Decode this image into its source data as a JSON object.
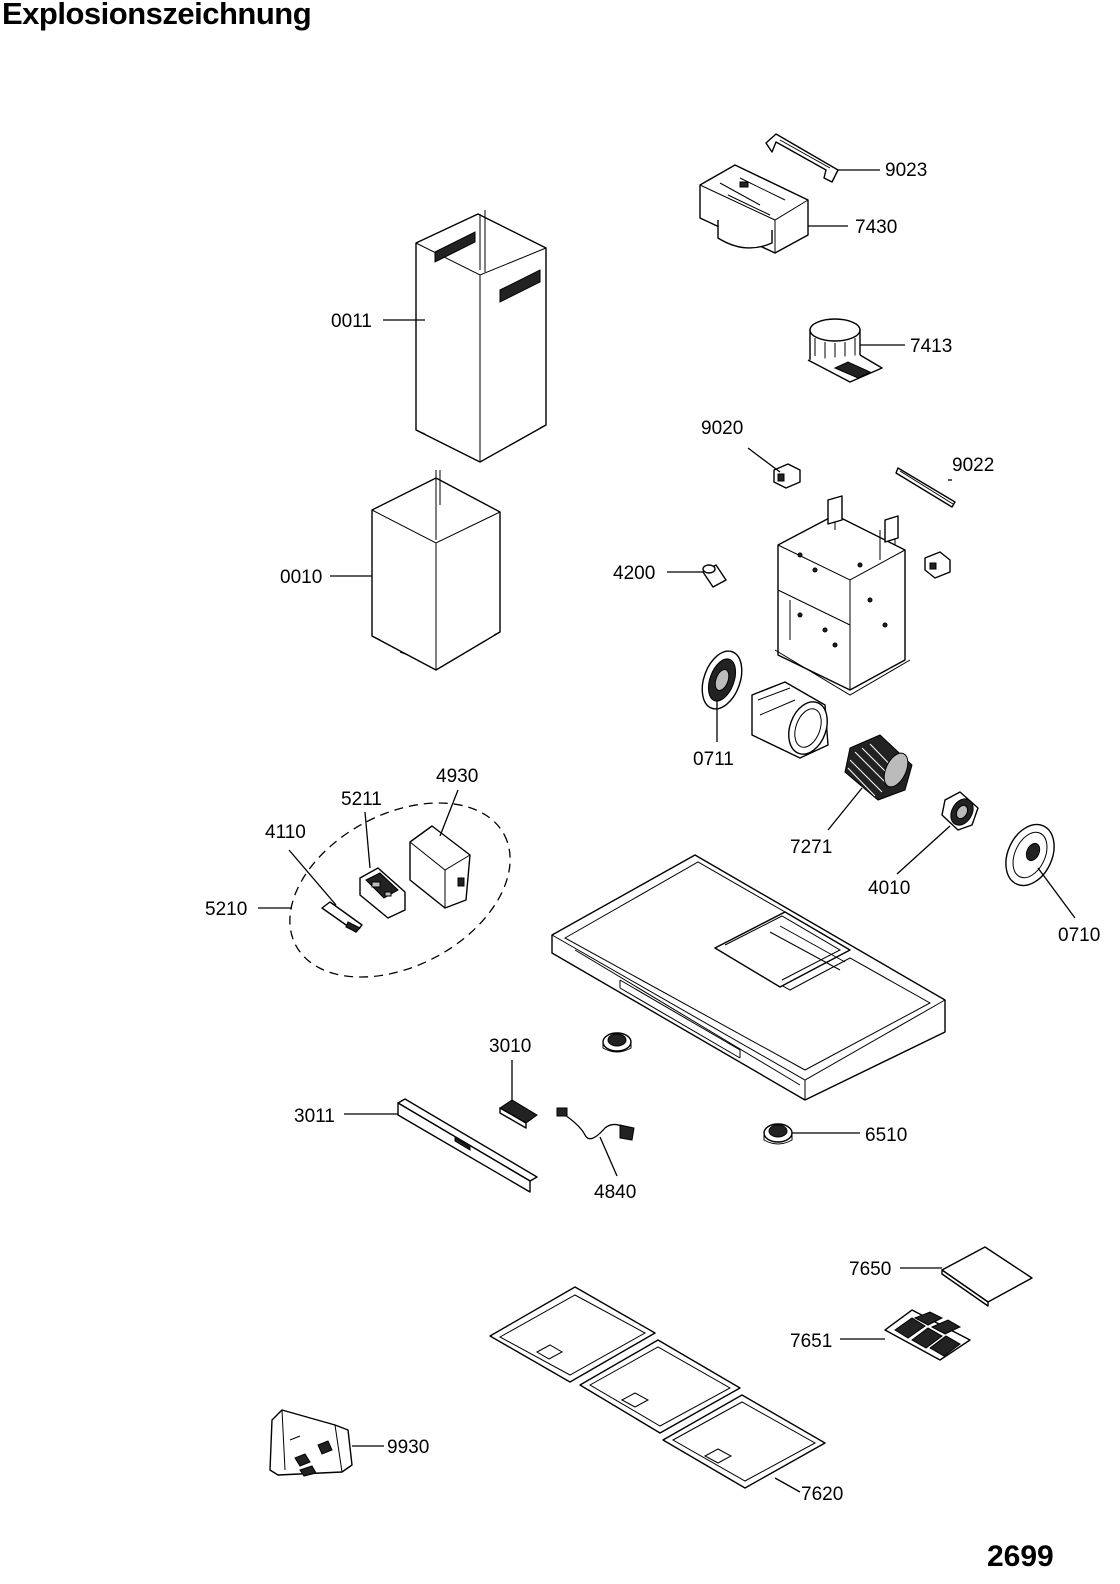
{
  "title": "Explosionszeichnung",
  "page_number": "2699",
  "labels": {
    "p9023": "9023",
    "p7430": "7430",
    "p0011": "0011",
    "p7413": "7413",
    "p9020": "9020",
    "p9022": "9022",
    "p0010": "0010",
    "p4200": "4200",
    "p0711": "0711",
    "p4930": "4930",
    "p5211": "5211",
    "p4110": "4110",
    "p7271": "7271",
    "p5210": "5210",
    "p4010": "4010",
    "p0710": "0710",
    "p3010": "3010",
    "p3011": "3011",
    "p6510": "6510",
    "p4840": "4840",
    "p7650": "7650",
    "p7651": "7651",
    "p9930": "9930",
    "p7620": "7620"
  }
}
